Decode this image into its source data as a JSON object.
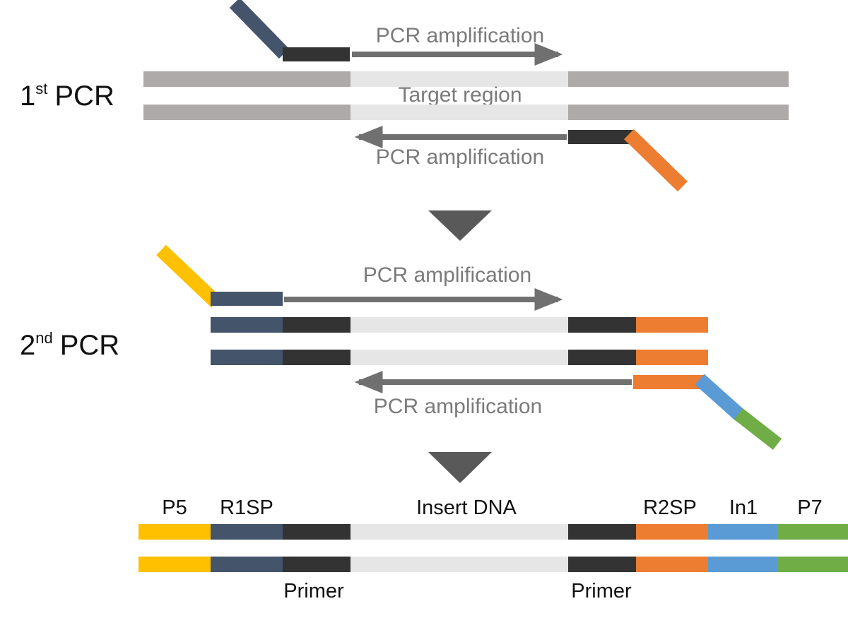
{
  "colors": {
    "genomic": "#aeaaaa",
    "target": "#e6e6e6",
    "primer": "#333333",
    "r1sp": "#44546a",
    "r2sp": "#ed7d31",
    "p5": "#ffc000",
    "in1": "#5b9bd5",
    "p7": "#70ad47",
    "arrow": "#707070",
    "process_arrow": "#595959"
  },
  "first_pcr": {
    "stage_number": "1",
    "stage_suffix": "st",
    "stage_name": "PCR",
    "forward_label": "PCR amplification",
    "target_label": "Target region",
    "reverse_label": "PCR amplification"
  },
  "second_pcr": {
    "stage_number": "2",
    "stage_suffix": "nd",
    "stage_name": "PCR",
    "forward_label": "PCR amplification",
    "reverse_label": "PCR amplification"
  },
  "library": {
    "p5": "P5",
    "r1sp": "R1SP",
    "insert": "Insert DNA",
    "r2sp": "R2SP",
    "in1": "In1",
    "p7": "P7",
    "primer_left": "Primer",
    "primer_right": "Primer"
  }
}
